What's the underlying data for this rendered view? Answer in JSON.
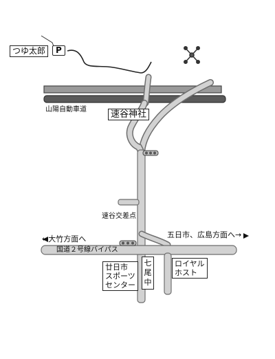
{
  "map": {
    "shop": "つゆ太郎",
    "parking": "P",
    "expressway": "山陽自動車道",
    "shrine": "速谷神社",
    "intersection": "速谷交差点",
    "bypass": "国道２号線バイパス",
    "west_direction": "←大竹方面へ",
    "east_direction": "五日市、広島方面へ→",
    "sports_center": [
      "廿日市",
      "スポーツ",
      "センター"
    ],
    "school": [
      "七",
      "尾",
      "中"
    ],
    "royal_host": [
      "ロイヤル",
      "ホスト"
    ]
  },
  "colors": {
    "road_fill": "#c8c8c8",
    "road_edge": "#6e6e6e",
    "expressway_dark": "#4a4a4a"
  }
}
